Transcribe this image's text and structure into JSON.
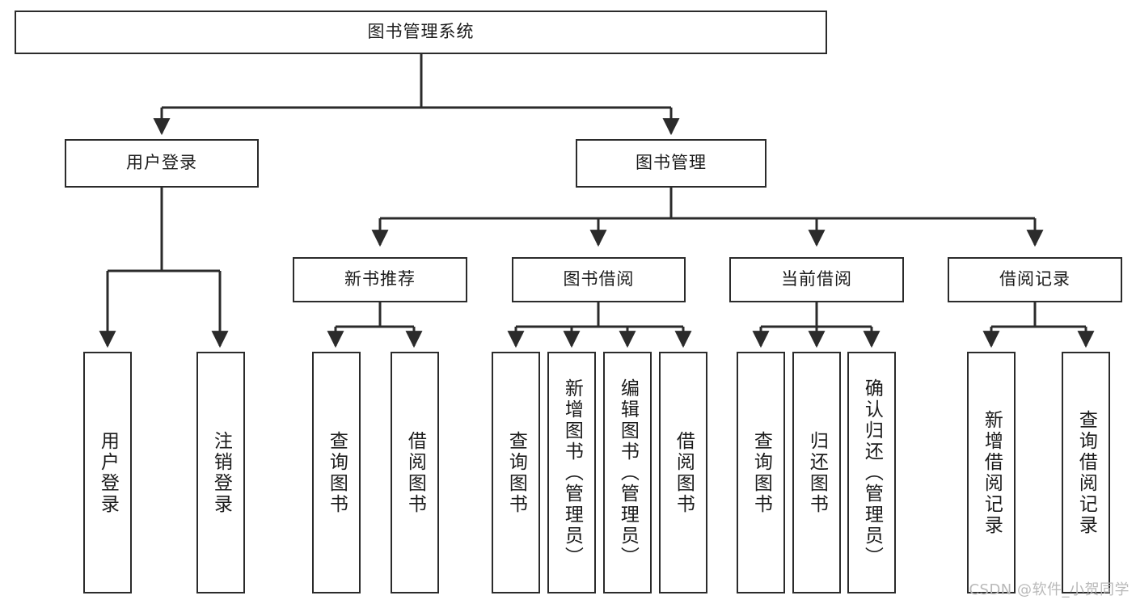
{
  "diagram": {
    "type": "tree",
    "title": "图书管理系统",
    "orientation": "top-down",
    "colors": {
      "box_border": "#2b2b2b",
      "box_fill": "#ffffff",
      "connector": "#2b2b2b",
      "text": "#1b1b1b",
      "watermark": "#b9b9b9"
    },
    "root": {
      "label": "图书管理系统"
    },
    "level2": [
      {
        "label": "用户登录"
      },
      {
        "label": "图书管理"
      }
    ],
    "level3": [
      {
        "label": "新书推荐"
      },
      {
        "label": "图书借阅"
      },
      {
        "label": "当前借阅"
      },
      {
        "label": "借阅记录"
      }
    ],
    "leaves": {
      "user_login": [
        {
          "label": "用户登录"
        },
        {
          "label": "注销登录"
        }
      ],
      "new_book_recommend": [
        {
          "label": "查询图书"
        },
        {
          "label": "借阅图书"
        }
      ],
      "book_borrow": [
        {
          "label": "查询图书"
        },
        {
          "label": "新增图书（管理员）"
        },
        {
          "label": "编辑图书（管理员）"
        },
        {
          "label": "借阅图书"
        }
      ],
      "current_borrow": [
        {
          "label": "查询图书"
        },
        {
          "label": "归还图书"
        },
        {
          "label": "确认归还（管理员）"
        }
      ],
      "borrow_record": [
        {
          "label": "新增借阅记录"
        },
        {
          "label": "查询借阅记录"
        }
      ]
    }
  },
  "watermark": {
    "text": "CSDN @软件_小贺同学"
  }
}
